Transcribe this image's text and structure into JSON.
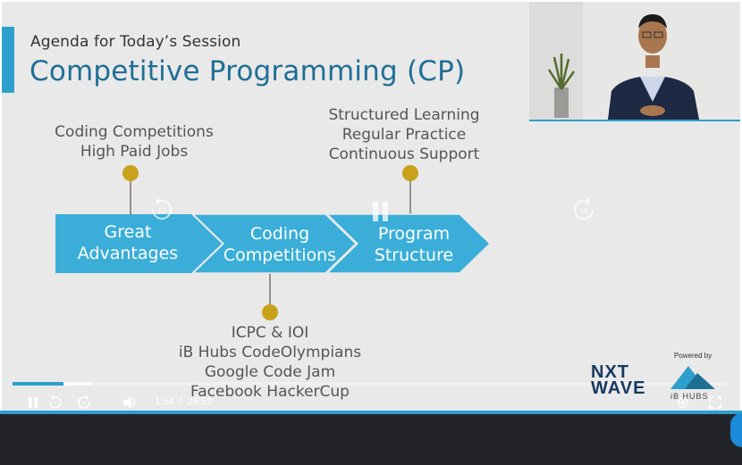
{
  "slide": {
    "agenda_title": "Agenda for Today’s Session",
    "main_title": "Competitive Programming (CP)",
    "top_left_note": [
      "Coding Competitions",
      "High Paid Jobs"
    ],
    "top_right_note": [
      "Structured Learning",
      "Regular Practice",
      "Continuous Support"
    ],
    "bottom_note": [
      "ICPC & IOI",
      "iB Hubs CodeOlympians",
      "Google Code Jam",
      "Facebook HackerCup"
    ],
    "steps": [
      {
        "line1": "Great",
        "line2": "Advantages"
      },
      {
        "line1": "Coding",
        "line2": "Competitions"
      },
      {
        "line1": "Program",
        "line2": "Structure"
      }
    ],
    "colors": {
      "arrow": "#3aaed8",
      "dot": "#c9a21c",
      "title": "#1f6f95",
      "accent": "#2d9fcd"
    }
  },
  "overlay_icons": [
    "rewind-10-icon",
    "pause-icon",
    "forward-10-icon"
  ],
  "overlay_seek_seconds": "10",
  "player": {
    "current_time": "1:54",
    "separator": "/",
    "duration": "26:52",
    "progress_fraction": 0.071,
    "buffered_fraction": 0.11
  },
  "branding": {
    "nxt_line1": "NXT",
    "nxt_line2": "WAVE",
    "powered_by": "Powered by",
    "ibhubs": "iB HUBS"
  }
}
